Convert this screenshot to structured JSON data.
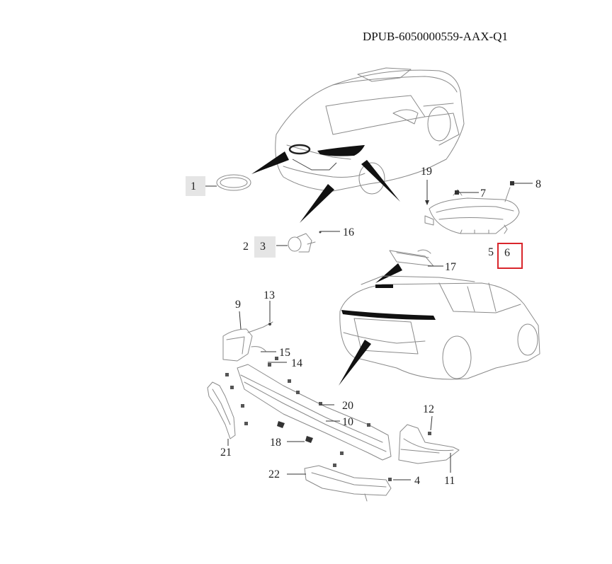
{
  "drawing_code": "DPUB-6050000559-AAX-Q1",
  "colors": {
    "selected_outline": "#d9262c",
    "highlight_fill": "#e5e5e5",
    "line_art": "#8a8a8a",
    "text": "#222222"
  },
  "callouts": {
    "c1": "1",
    "c2": "2",
    "c3": "3",
    "c4": "4",
    "c5": "5",
    "c6": "6",
    "c7": "7",
    "c8": "8",
    "c9": "9",
    "c10": "10",
    "c11": "11",
    "c12": "12",
    "c13": "13",
    "c14": "14",
    "c15": "15",
    "c16": "16",
    "c17": "17",
    "c18": "18",
    "c19": "19",
    "c20": "20",
    "c21": "21",
    "c22": "22"
  },
  "highlighted_callouts": [
    "1",
    "3"
  ],
  "selected_callout": "6"
}
